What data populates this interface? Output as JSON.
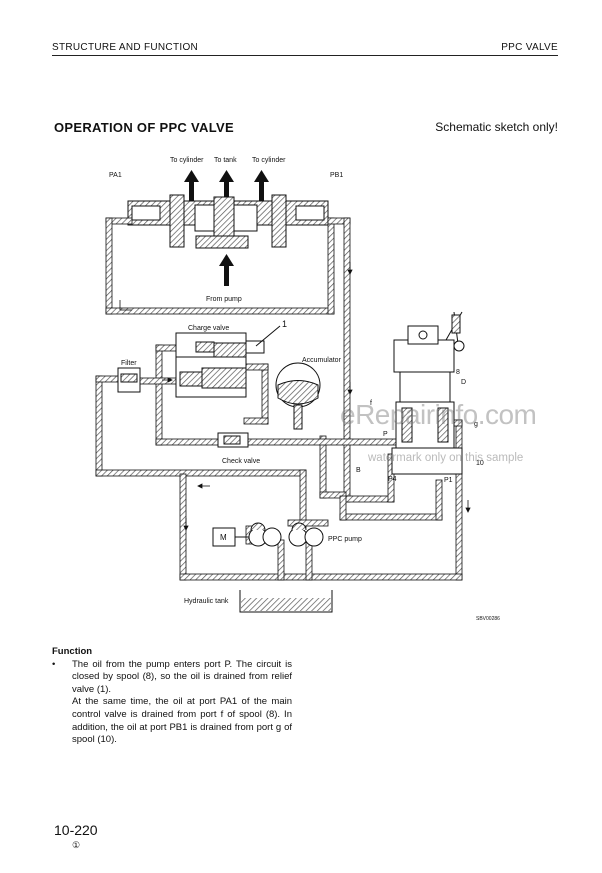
{
  "header": {
    "left": "STRUCTURE AND FUNCTION",
    "right": "PPC VALVE"
  },
  "section": {
    "title": "OPERATION OF PPC VALVE",
    "note": "Schematic sketch only!"
  },
  "diagram": {
    "labels": {
      "to_cylinder_left": "To cylinder",
      "to_tank": "To tank",
      "to_cylinder_right": "To cylinder",
      "pa1": "PA1",
      "pb1": "PB1",
      "from_pump": "From pump",
      "charge_valve": "Charge valve",
      "callout_1": "1",
      "filter": "Filter",
      "accumulator": "Accumulator",
      "check_valve": "Check valve",
      "motor": "M",
      "ppc_pump": "PPC pump",
      "hydraulic_tank": "Hydraulic tank",
      "port_p": "P",
      "port_f": "f",
      "port_g": "g",
      "port_8": "8",
      "port_d": "D",
      "port_10": "10",
      "port_p4": "P4",
      "port_p1": "P1",
      "code": "SBV00286"
    }
  },
  "function": {
    "heading": "Function",
    "bullet": "•",
    "p1": "The oil from the pump enters port P. The circuit is closed by spool (8), so the oil is drained from relief valve (1).",
    "p2": "At the same time, the oil at port PA1 of the main control valve is drained from port f of spool (8). In addition, the oil at port PB1 is drained from port g of spool (10)."
  },
  "footer": {
    "page_number": "10-220",
    "revision_mark": "①"
  },
  "watermark": {
    "site": "eRepairinfo.com",
    "note": "watermark only on this sample"
  }
}
